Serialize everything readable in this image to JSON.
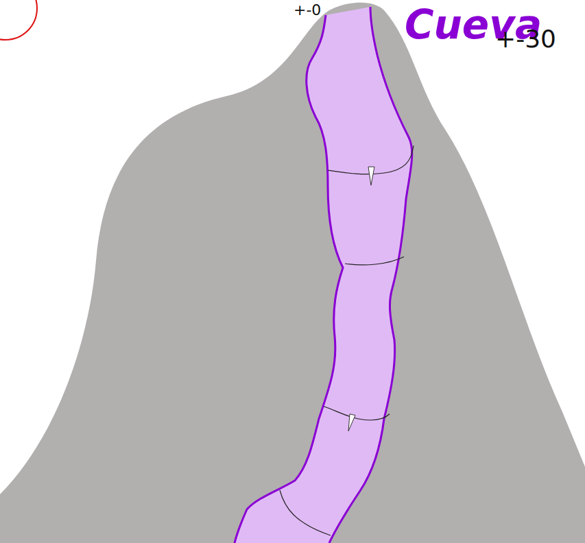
{
  "diagram": {
    "labels": [
      "+-0",
      "Cueva",
      "+-30"
    ]
  }
}
